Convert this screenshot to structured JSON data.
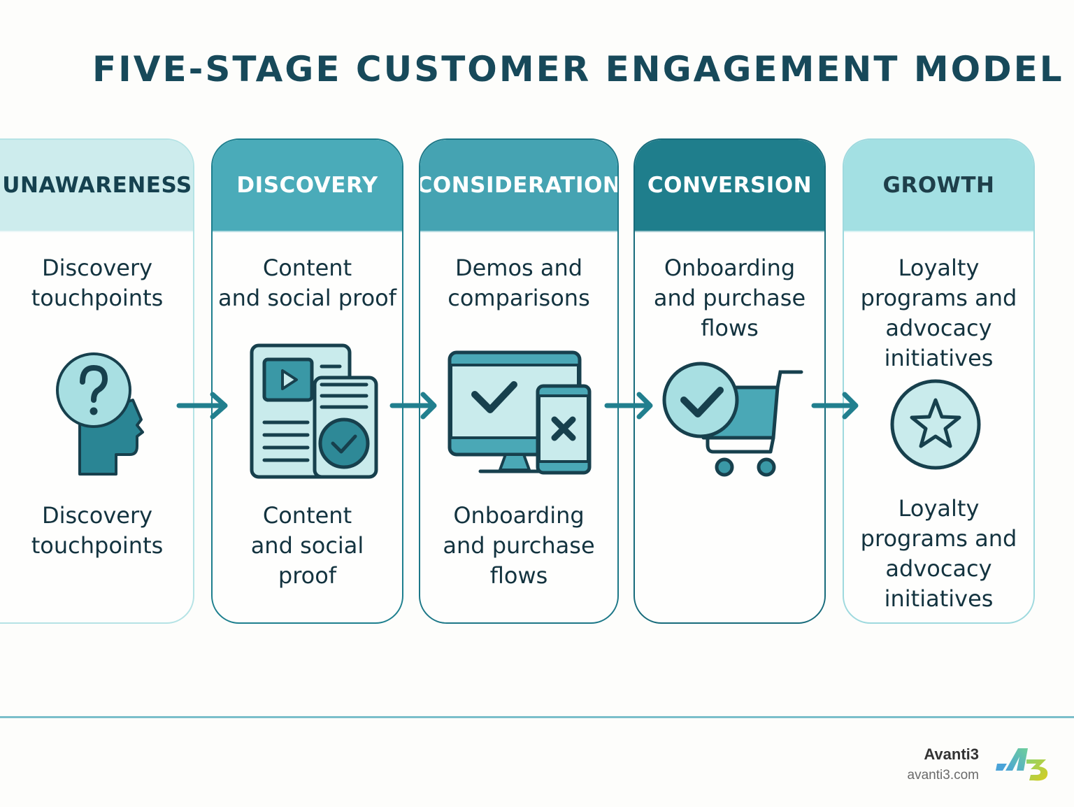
{
  "title": "FIVE-STAGE CUSTOMER ENGAGEMENT MODEL",
  "colors": {
    "title": "#17495a",
    "dark_teal": "#1f7e8c",
    "mid_teal": "#4aabb9",
    "light_teal": "#cdeced",
    "pale_teal": "#a3e0e3",
    "divider": "#7bbfca"
  },
  "stages": [
    {
      "label": "UNAWARENESS",
      "top_text": "Discovery\ntouchpoints",
      "icon": "head-question-icon",
      "bottom_text": "Discovery\ntouchpoints"
    },
    {
      "label": "DISCOVERY",
      "top_text": "Content\nand social proof",
      "icon": "content-document-check-icon",
      "bottom_text": "Content\nand social\nproof"
    },
    {
      "label": "CONSIDERATION",
      "top_text": "Demos and\ncomparisons",
      "icon": "monitor-phone-compare-icon",
      "bottom_text": "Onboarding\nand purchase\nflows"
    },
    {
      "label": "CONVERSION",
      "top_text": "Onboarding\nand purchase\nflows",
      "icon": "cart-check-icon",
      "bottom_text": ""
    },
    {
      "label": "GROWTH",
      "top_text": "Loyalty\nprograms and\nadvocacy\ninitiatives",
      "icon": "star-badge-icon",
      "bottom_text": "Loyalty\nprograms and\nadvocacy\ninitiatives"
    }
  ],
  "arrows": [
    "arrow-right-icon",
    "arrow-right-icon",
    "arrow-right-icon",
    "arrow-right-icon"
  ],
  "footer": {
    "brand_name": "Avanti3",
    "brand_url": "avanti3.com",
    "logo": "avanti3-logo-icon"
  }
}
